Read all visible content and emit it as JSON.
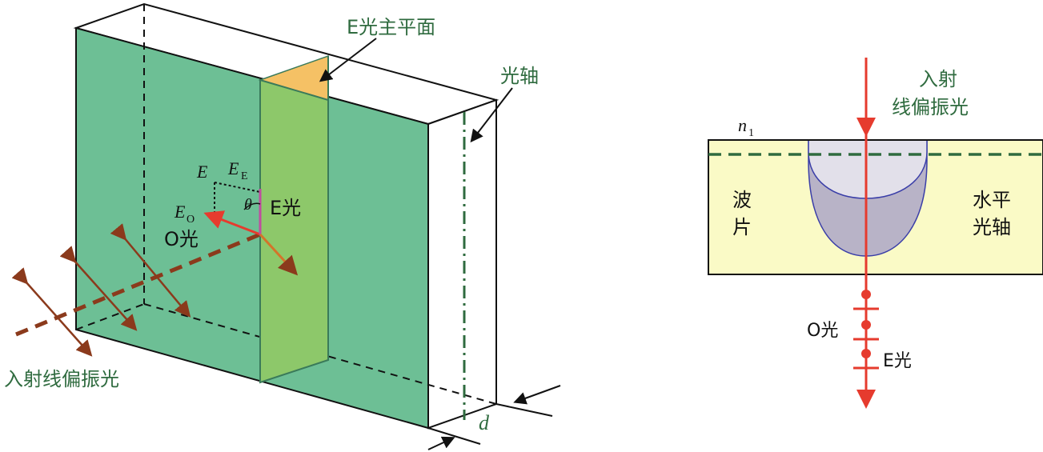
{
  "left": {
    "e_principal_plane": "E光主平面",
    "optic_axis": "光轴",
    "incident_light": "入射线偏振光",
    "thickness": "d",
    "vec_E": "E",
    "vec_EE_base": "E",
    "vec_EE_sub": "E",
    "vec_EO_base": "E",
    "vec_EO_sub": "O",
    "angle": "θ",
    "e_light": "E光",
    "o_light": "O光"
  },
  "right": {
    "incident_line1": "入射",
    "incident_line2": "线偏振光",
    "medium_base": "n",
    "medium_sub": "1",
    "plate_line1": "波",
    "plate_line2": "片",
    "axis_line1": "水平",
    "axis_line2": "光轴",
    "o_light": "O光",
    "e_light": "E光"
  },
  "colors": {
    "crystal_green": "#6dbf95",
    "principal_plane": "#8dc86a",
    "plane_top": "#f5c165",
    "dark_green": "#2f6b3f",
    "arrow_brown": "#8b3a1c",
    "red": "#e63b2e",
    "plate_yellow": "#fafac6",
    "wavefront_gray": "#b8b3c7"
  }
}
